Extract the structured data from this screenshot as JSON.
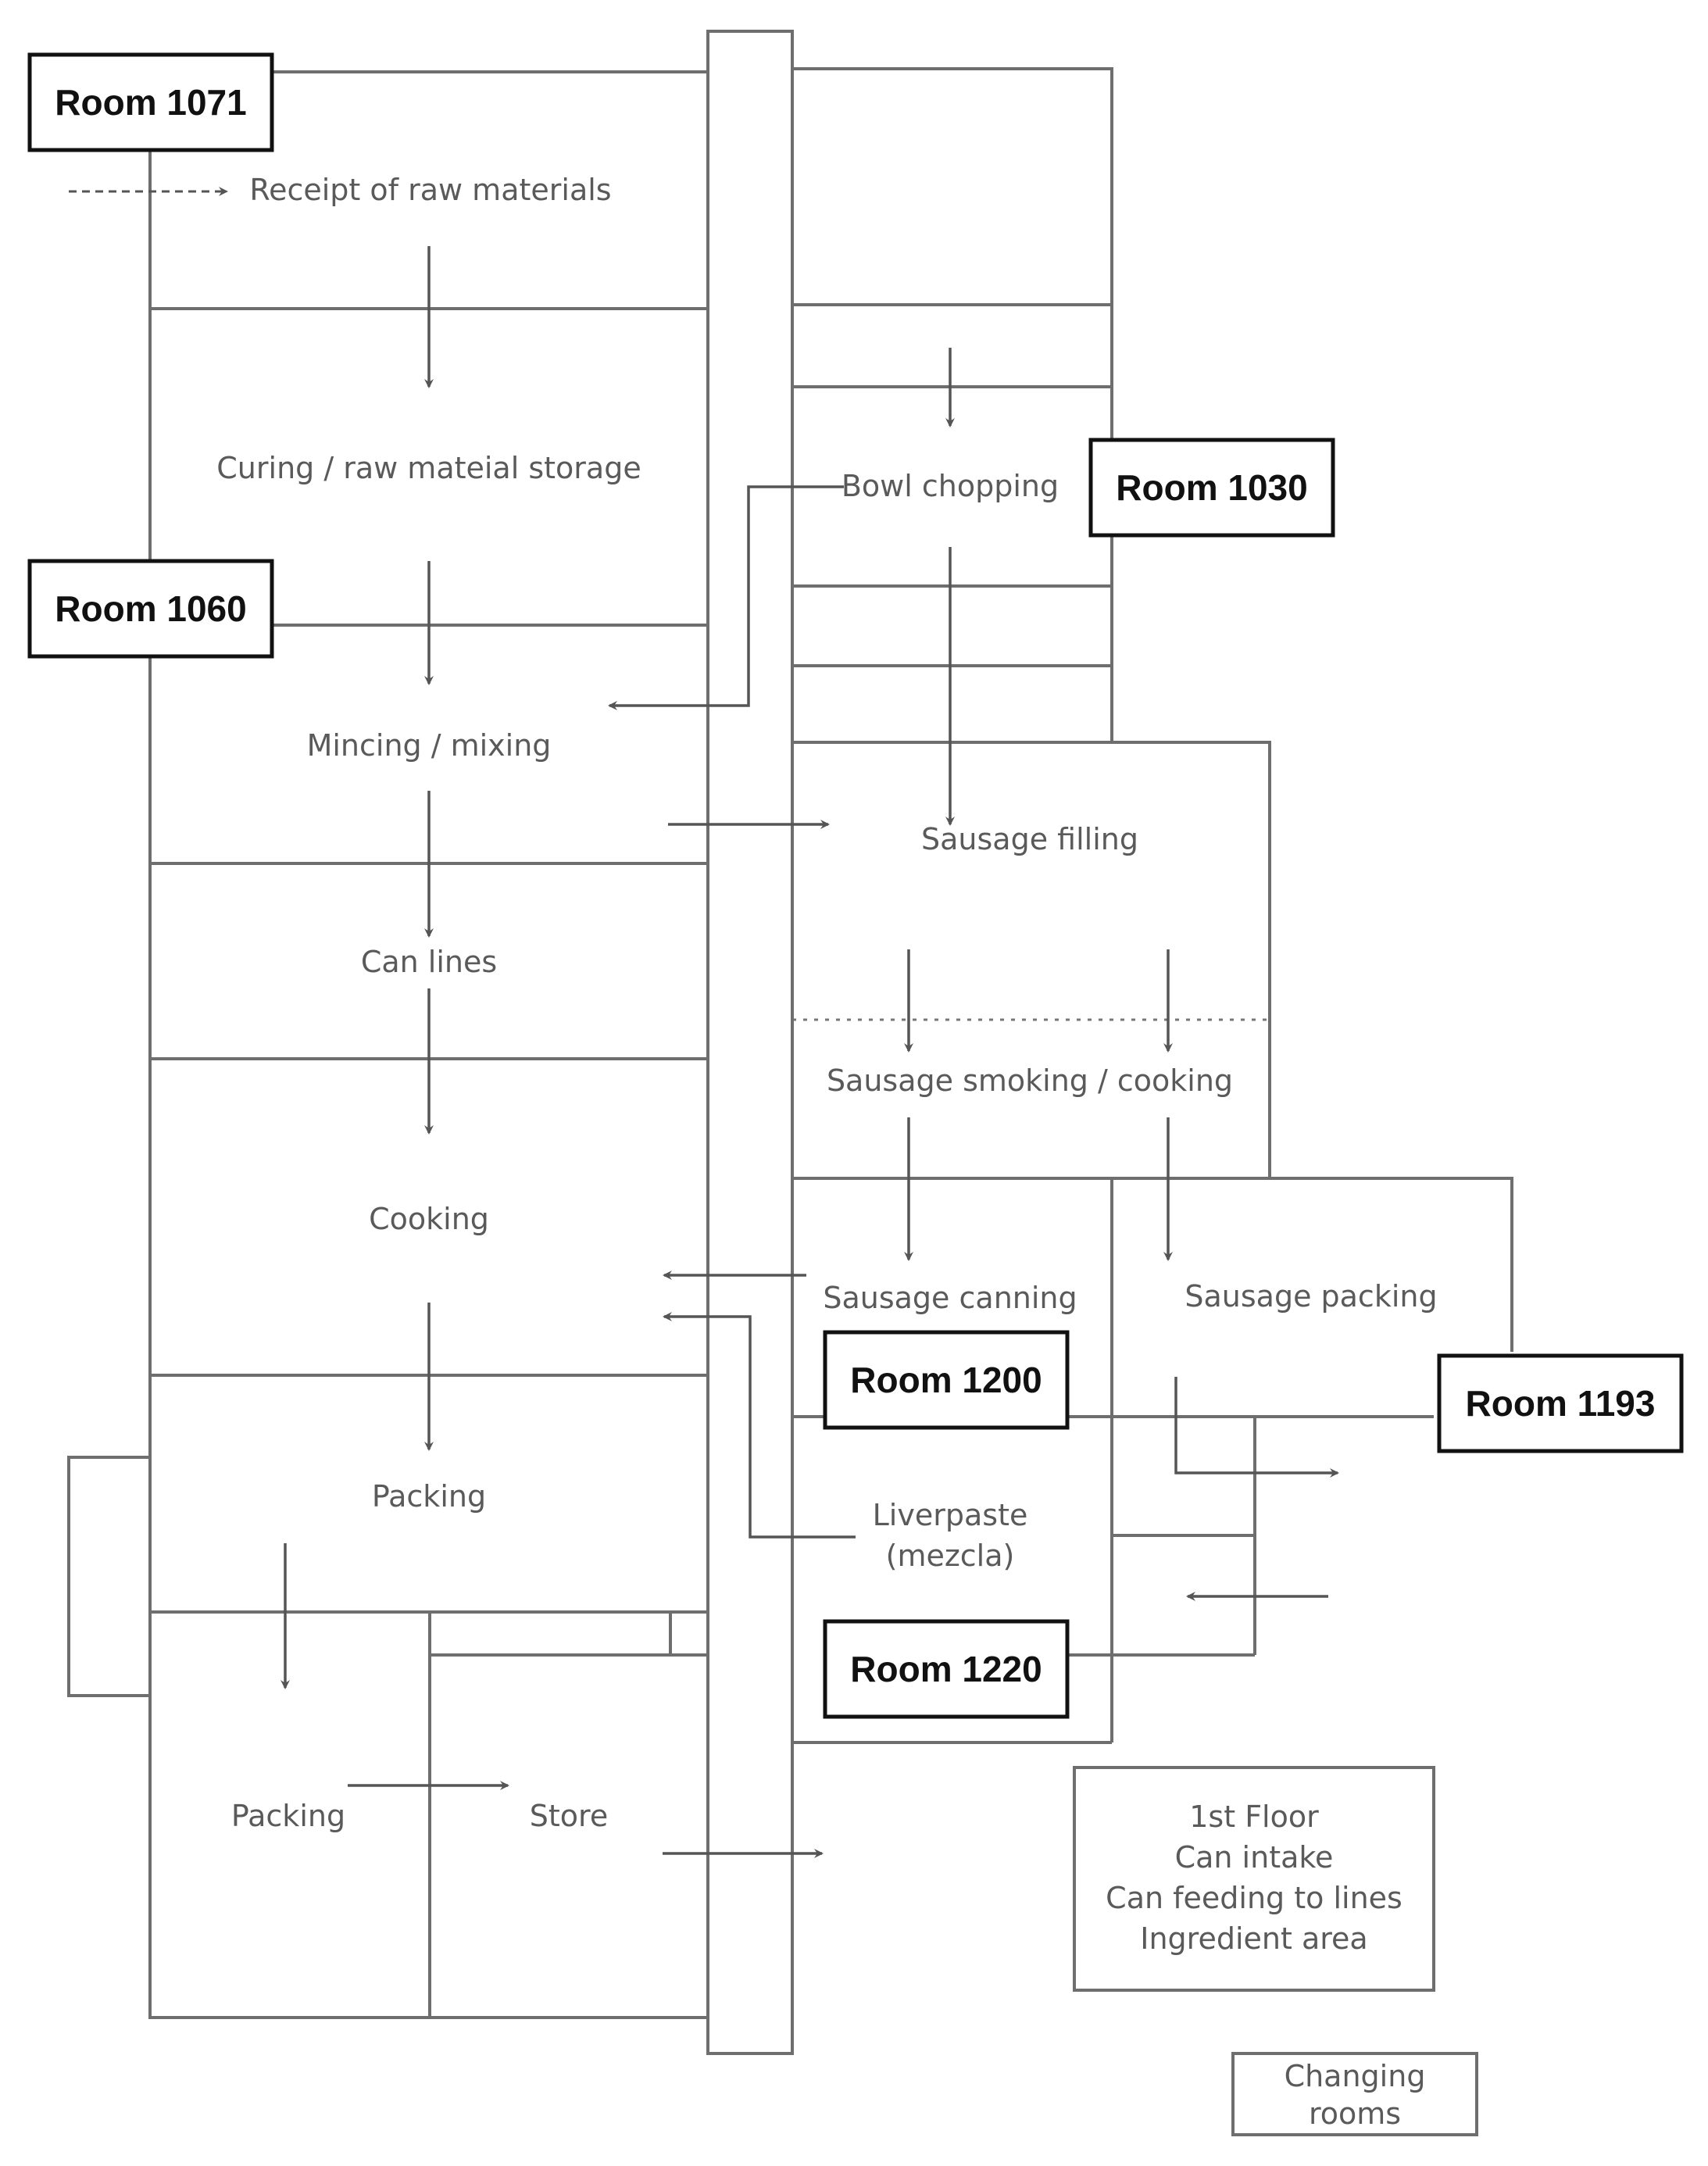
{
  "rooms": {
    "r1071": "Room 1071",
    "r1060": "Room 1060",
    "r1030": "Room 1030",
    "r1200": "Room 1200",
    "r1193": "Room 1193",
    "r1220": "Room 1220"
  },
  "areas": {
    "receipt": "Receipt of raw materials",
    "curing": "Curing / raw mateial storage",
    "mincing": "Mincing / mixing",
    "can_lines": "Can lines",
    "cooking": "Cooking",
    "packing_upper": "Packing",
    "packing_lower": "Packing",
    "store": "Store",
    "bowl_chopping": "Bowl chopping",
    "sausage_filling": "Sausage filling",
    "sausage_smoking": "Sausage smoking / cooking",
    "sausage_canning": "Sausage canning",
    "sausage_packing": "Sausage packing",
    "liverpaste_1": "Liverpaste",
    "liverpaste_2": "(mezcla)"
  },
  "legend": {
    "floor_info": [
      "1st Floor",
      "Can intake",
      "Can feeding to lines",
      "Ingredient area"
    ],
    "changing_rooms": [
      "Changing",
      "rooms"
    ]
  }
}
